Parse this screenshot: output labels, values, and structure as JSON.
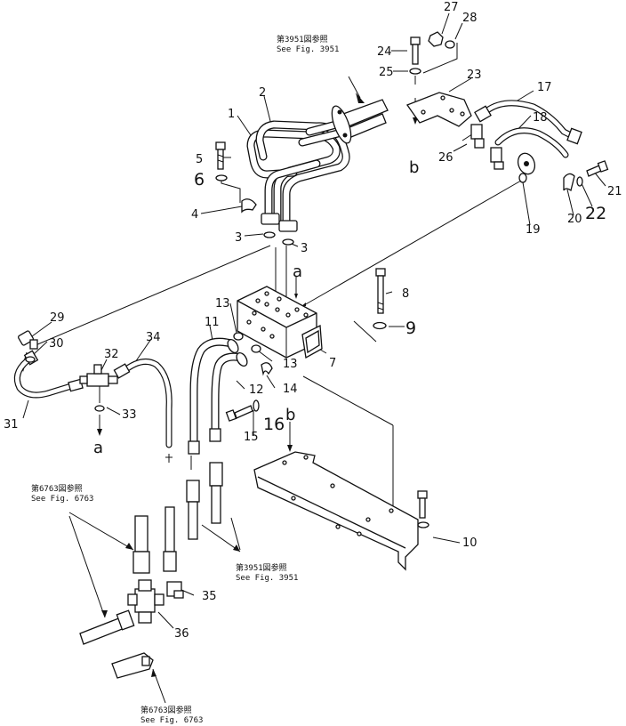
{
  "callouts": {
    "c1": "1",
    "c2": "2",
    "c3a": "3",
    "c3b": "3",
    "c4": "4",
    "c5": "5",
    "c6": "6",
    "c7": "7",
    "c8": "8",
    "c9": "9",
    "c10": "10",
    "c11": "11",
    "c12": "12",
    "c13a": "13",
    "c13b": "13",
    "c14": "14",
    "c15": "15",
    "c16": "16",
    "c17": "17",
    "c18": "18",
    "c19": "19",
    "c20": "20",
    "c21": "21",
    "c22": "22",
    "c23": "23",
    "c24": "24",
    "c25": "25",
    "c26": "26",
    "c27": "27",
    "c28": "28",
    "c29": "29",
    "c30": "30",
    "c31": "31",
    "c32": "32",
    "c33": "33",
    "c34": "34",
    "c35": "35",
    "c36": "36"
  },
  "letters": {
    "a_top": "a",
    "a_left": "a",
    "b_top": "b",
    "b_bracket": "b"
  },
  "references": {
    "top_jp": "第3951図参照",
    "top_en": "See Fig. 3951",
    "mid_jp": "第3951図参照",
    "mid_en": "See Fig. 3951",
    "left_jp": "第6763図参照",
    "left_en": "See Fig. 6763",
    "bottom_jp": "第6763図参照",
    "bottom_en": "See Fig. 6763"
  }
}
